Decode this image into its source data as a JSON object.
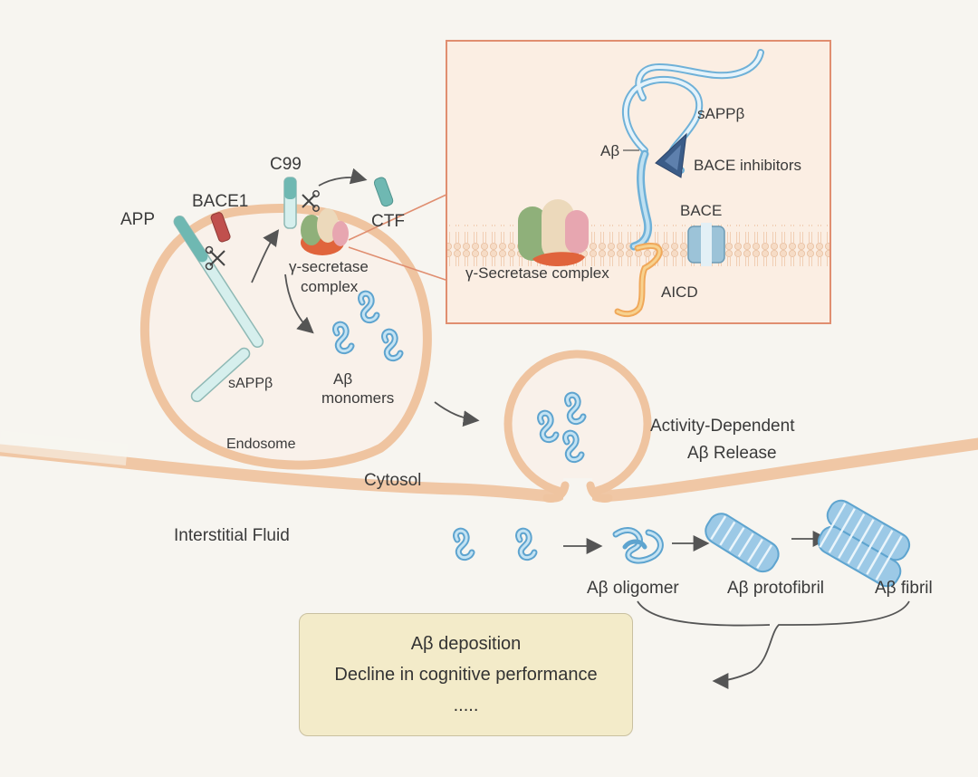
{
  "labels": {
    "app": "APP",
    "bace1": "BACE1",
    "c99": "C99",
    "ctf": "CTF",
    "gamma_secretase_line1": "γ-secretase",
    "gamma_secretase_line2": "complex",
    "sappb_endosome": "sAPPβ",
    "ab_monomers_line1": "Aβ",
    "ab_monomers_line2": "monomers",
    "endosome": "Endosome",
    "cytosol": "Cytosol",
    "interstitial_fluid": "Interstitial Fluid",
    "activity_release_line1": "Activity-Dependent",
    "activity_release_line2": "Aβ Release",
    "ab_oligomer": "Aβ oligomer",
    "ab_protofibril": "Aβ protofibril",
    "ab_fibril": "Aβ fibril"
  },
  "inset": {
    "sappb": "sAPPβ",
    "ab": "Aβ",
    "bace_inhibitors": "BACE inhibitors",
    "bace": "BACE",
    "gamma_secretase_complex": "γ-Secretase complex",
    "aicd": "AICD"
  },
  "outcomes": {
    "line1": "Aβ deposition",
    "line2": "Decline in cognitive performance",
    "line3": "....."
  },
  "colors": {
    "membrane": "#efc4a0",
    "membrane_stroke": "#dca57f",
    "inset_border": "#e08e70",
    "inset_bg": "#fbeee3",
    "peptide": "#6fb1d8",
    "peptide_light": "#bfe0f1",
    "app_stalk": "#bde3e0",
    "app_stalk_stroke": "#8fb9b5",
    "bace1": "#c0504d",
    "secretase_green": "#8fb07a",
    "secretase_beige": "#e8cfae",
    "secretase_pink": "#e7a6b0",
    "secretase_orange": "#e0643c",
    "outcome_box": "#f3ebc9"
  }
}
